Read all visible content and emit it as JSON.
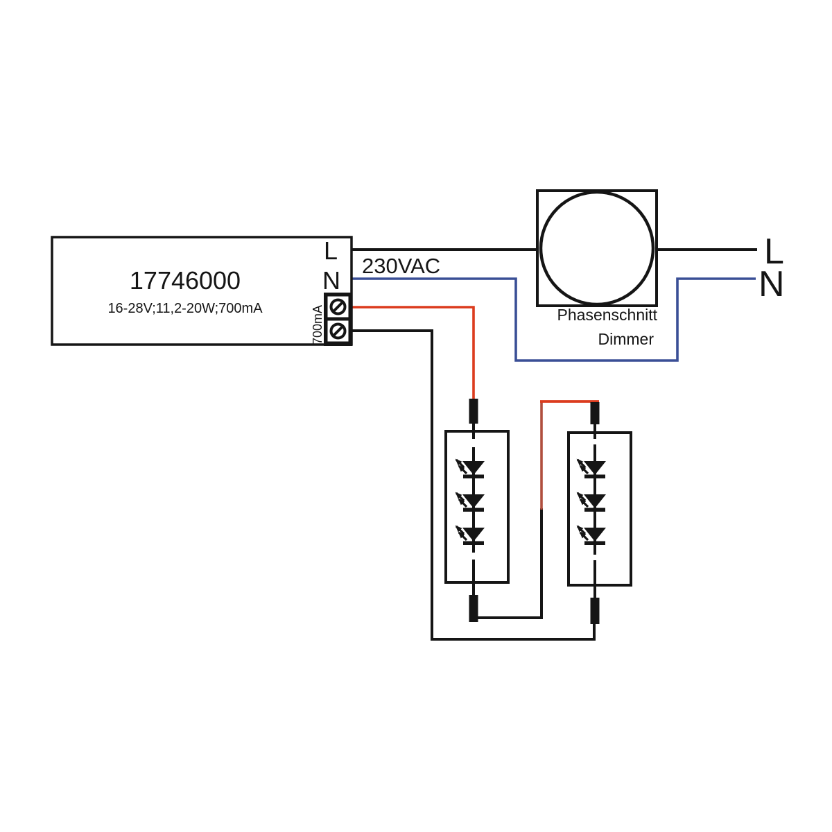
{
  "driver": {
    "part_number": "17746000",
    "specs": "16-28V;11,2-20W;700mA",
    "terminal_live_label": "L",
    "terminal_neutral_label": "N",
    "output_current_label": "700mA",
    "screw_terminal_count": 2
  },
  "mains": {
    "voltage_label": "230VAC",
    "live_label": "L",
    "neutral_label": "N"
  },
  "dimmer": {
    "label_line1": "Phasenschnitt",
    "label_line2": "Dimmer"
  },
  "led_modules": [
    {
      "id": "led-module-1",
      "led_count": 3
    },
    {
      "id": "led-module-2",
      "led_count": 3
    }
  ],
  "colors": {
    "wire_black": "#151515",
    "wire_live_red": "#dc3c1e",
    "wire_red_muted": "#b04f3e",
    "wire_neutral_blue": "#3a4f96",
    "background": "#ffffff"
  }
}
